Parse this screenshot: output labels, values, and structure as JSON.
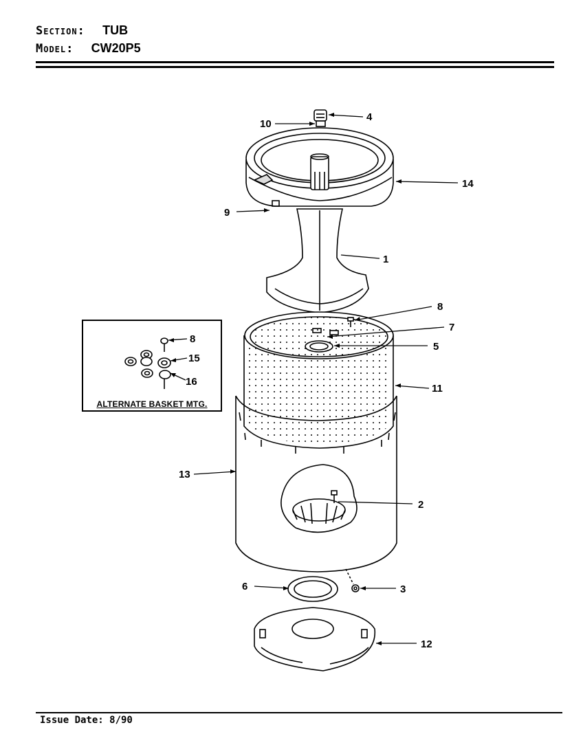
{
  "header": {
    "section_label": "Section:",
    "section_value": "TUB",
    "model_label": "Model:",
    "model_value": "CW20P5"
  },
  "inset": {
    "caption": "ALTERNATE BASKET MTG.",
    "callouts": [
      "8",
      "15",
      "16"
    ]
  },
  "callouts": [
    "1",
    "2",
    "3",
    "4",
    "5",
    "6",
    "7",
    "8",
    "9",
    "10",
    "11",
    "12",
    "13",
    "14"
  ],
  "footer": {
    "issue_date": "Issue Date: 8/90"
  }
}
